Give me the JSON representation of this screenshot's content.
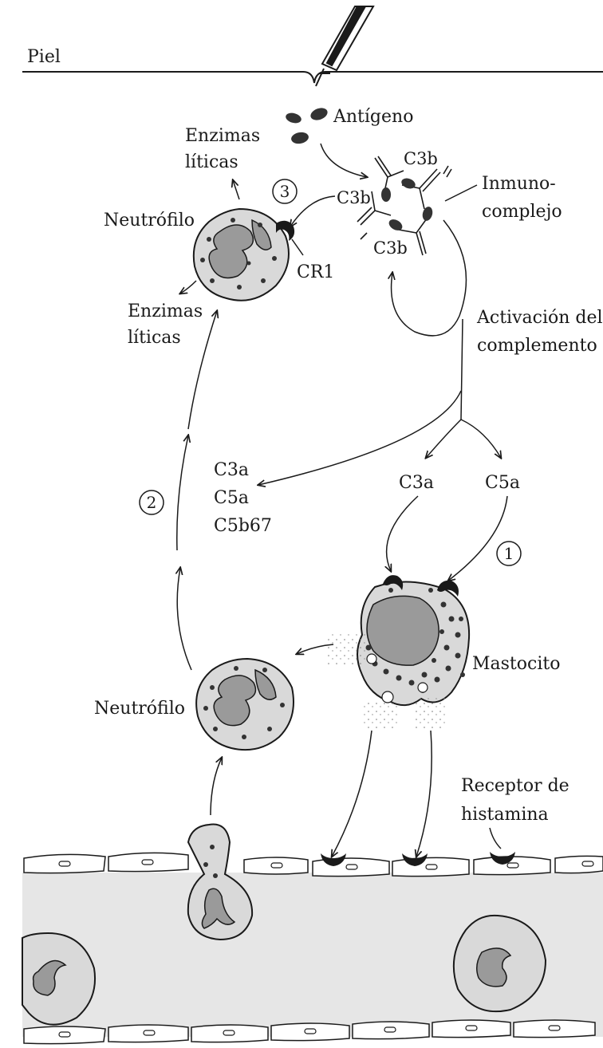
{
  "labels": {
    "skin": "Piel",
    "antigen": "Antígeno",
    "lytic_enzymes_top_1": "Enzimas",
    "lytic_enzymes_top_2": "líticas",
    "neutrophil_top": "Neutrófilo",
    "lytic_enzymes_left_1": "Enzimas",
    "lytic_enzymes_left_2": "líticas",
    "cr1": "CR1",
    "c3b_1": "C3b",
    "c3b_2": "C3b",
    "c3b_3": "C3b",
    "immunocomplex_1": "Inmuno-",
    "immunocomplex_2": "complejo",
    "complement_activation_1": "Activación del",
    "complement_activation_2": "complemento",
    "anaphylatoxins_c3a": "C3a",
    "anaphylatoxins_c5a": "C5a",
    "anaphylatoxins_c5b67": "C5b67",
    "c3a_right": "C3a",
    "c5a_right": "C5a",
    "mast_cell": "Mastocito",
    "neutrophil_bottom": "Neutrófilo",
    "histamine_receptor_1": "Receptor de",
    "histamine_receptor_2": "histamina"
  },
  "steps": {
    "step1": "1",
    "step2": "2",
    "step3": "3"
  },
  "colors": {
    "ink": "#1a1a1a",
    "cell_fill": "#d9d9d9",
    "nucleus_fill": "#9a9a9a",
    "vessel_fill": "#e6e6e6",
    "granule": "#333333"
  }
}
